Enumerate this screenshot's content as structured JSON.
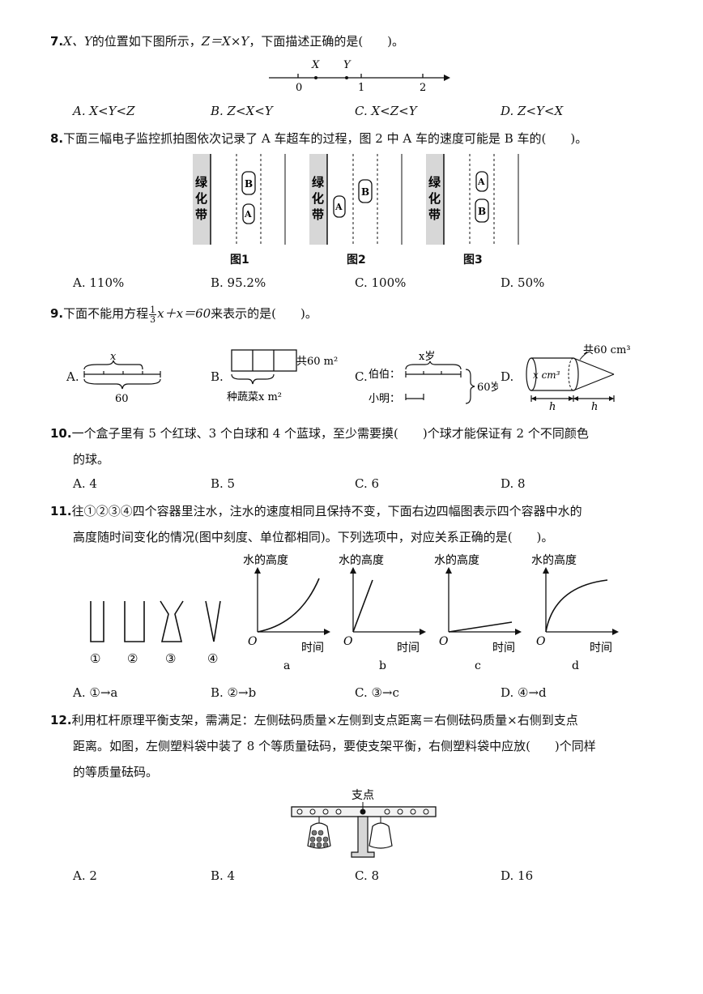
{
  "q7": {
    "num": "7.",
    "vars": "X、Y",
    "stem_a": "的位置如下图所示，",
    "eq": "Z＝X×Y",
    "stem_b": "，下面描述正确的是(　　)。",
    "axis": {
      "label_x": "X",
      "label_y": "Y",
      "tick_0": "0",
      "tick_1": "1",
      "tick_2": "2"
    },
    "options": [
      "A. X<Y<Z",
      "B. Z<X<Y",
      "C. X<Z<Y",
      "D. Z<Y<X"
    ]
  },
  "q8": {
    "num": "8.",
    "stem": "下面三幅电子监控抓拍图依次记录了 A 车超车的过程，图 2 中 A 车的速度可能是 B 车的(　　)。",
    "belt": [
      "绿",
      "化",
      "带"
    ],
    "car_a": "A",
    "car_b": "B",
    "captions": [
      "图1",
      "图2",
      "图3"
    ],
    "options": [
      "A. 110%",
      "B. 95.2%",
      "C. 100%",
      "D. 50%"
    ]
  },
  "q9": {
    "num": "9.",
    "stem_a": "下面不能用方程",
    "frac_num": "1",
    "frac_den": "3",
    "eq_rest": "x＋x＝60",
    "stem_b": "来表示的是(　　)。",
    "a_label": "A.",
    "a_x": "x",
    "a_total": "60",
    "b_label": "B.",
    "b_total": "共60 m²",
    "b_part": "种蔬菜x m²",
    "c_label": "C.",
    "c_uncle": "伯伯：",
    "c_x": "x岁",
    "c_ming": "小明：",
    "c_total": "60岁",
    "d_label": "D.",
    "d_vol": "x cm³",
    "d_total": "共60 cm³",
    "d_h": "h"
  },
  "q10": {
    "num": "10.",
    "line1": "一个盒子里有 5 个红球、3 个白球和 4 个蓝球，至少需要摸(　　)个球才能保证有 2 个不同颜色",
    "line2": "的球。",
    "options": [
      "A. 4",
      "B. 5",
      "C. 6",
      "D. 8"
    ]
  },
  "q11": {
    "num": "11.",
    "line1": "往①②③④四个容器里注水，注水的速度相同且保持不变，下面右边四幅图表示四个容器中水的",
    "line2": "高度随时间变化的情况(图中刻度、单位都相同)。下列选项中，对应关系正确的是(　　)。",
    "containers": [
      "①",
      "②",
      "③",
      "④"
    ],
    "graph_y": "水的高度",
    "graph_x": "时间",
    "origin": "O",
    "graph_names": [
      "a",
      "b",
      "c",
      "d"
    ],
    "options": [
      "A. ①→a",
      "B. ②→b",
      "C. ③→c",
      "D. ④→d"
    ]
  },
  "q12": {
    "num": "12.",
    "line1": "利用杠杆原理平衡支架，需满足：左侧砝码质量×左侧到支点距离＝右侧砝码质量×右侧到支点",
    "line2": "距离。如图，左侧塑料袋中装了 8 个等质量砝码，要使支架平衡，右侧塑料袋中应放(　　)个同样",
    "line3": "的等质量砝码。",
    "pivot": "支点",
    "options": [
      "A. 2",
      "B. 4",
      "C. 8",
      "D. 16"
    ]
  }
}
